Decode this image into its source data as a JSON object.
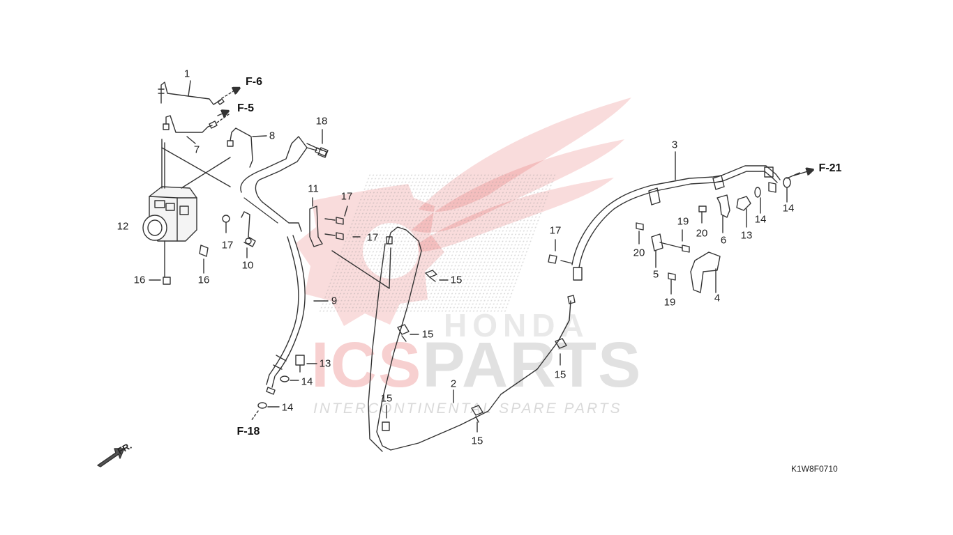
{
  "diagram": {
    "figure_code": "K1W8F0710",
    "direction_label": "FR.",
    "watermark": {
      "brand_red": "ICS",
      "brand_gray": "PARTS",
      "tagline": "INTERCONTINENTAL SPARE PARTS",
      "emblem_text": "HONDA"
    },
    "refs": {
      "f6": "F-6",
      "f5": "F-5",
      "f18": "F-18",
      "f21": "F-21"
    },
    "labels": {
      "l1": "1",
      "l2": "2",
      "l3": "3",
      "l4": "4",
      "l5": "5",
      "l6": "6",
      "l7": "7",
      "l8": "8",
      "l9": "9",
      "l10": "10",
      "l11": "11",
      "l12": "12",
      "l13a": "13",
      "l13b": "13",
      "l14a": "14",
      "l14b": "14",
      "l14c": "14",
      "l14d": "14",
      "l15a": "15",
      "l15b": "15",
      "l15c": "15",
      "l15d": "15",
      "l15e": "15",
      "l16a": "16",
      "l16b": "16",
      "l17a": "17",
      "l17b": "17",
      "l17c": "17",
      "l17d": "17",
      "l18": "18",
      "l19a": "19",
      "l19b": "19",
      "l20a": "20",
      "l20b": "20"
    },
    "colors": {
      "line": "#333333",
      "watermark_red": "#dc2828",
      "watermark_gray": "#787878"
    }
  }
}
